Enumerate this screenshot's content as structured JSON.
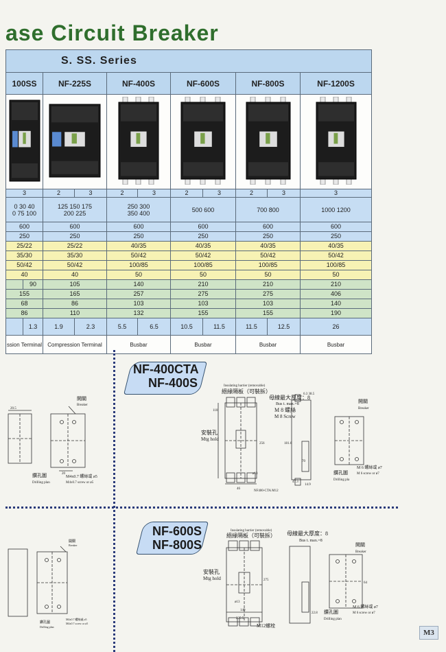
{
  "page": {
    "title": "ase Circuit Breaker",
    "page_number": "M3"
  },
  "table": {
    "series": "S.  SS.  Series",
    "models": [
      "100SS",
      "NF-225S",
      "NF-400S",
      "NF-600S",
      "NF-800S",
      "NF-1200S"
    ],
    "poles": [
      [
        "3"
      ],
      [
        "2",
        "3"
      ],
      [
        "2",
        "3"
      ],
      [
        "2",
        "3"
      ],
      [
        "2",
        "3"
      ],
      [
        "3"
      ]
    ],
    "ratings": [
      [
        "0  30  40",
        "0  75  100"
      ],
      [
        "125  150  175",
        "200  225"
      ],
      [
        "250  300",
        "350  400"
      ],
      [
        "500  600"
      ],
      [
        "700  800"
      ],
      [
        "1000  1200"
      ]
    ],
    "rows": [
      {
        "color": "blue",
        "values": [
          "600",
          "600",
          "600",
          "600",
          "600",
          "600"
        ]
      },
      {
        "color": "blue",
        "values": [
          "250",
          "250",
          "250",
          "250",
          "250",
          "250"
        ]
      },
      {
        "color": "yellow",
        "values": [
          "25/22",
          "25/22",
          "40/35",
          "40/35",
          "40/35",
          "40/35"
        ]
      },
      {
        "color": "yellow",
        "values": [
          "35/30",
          "35/30",
          "50/42",
          "50/42",
          "50/42",
          "50/42"
        ]
      },
      {
        "color": "yellow",
        "values": [
          "50/42",
          "50/42",
          "100/85",
          "100/85",
          "100/85",
          "100/85"
        ]
      },
      {
        "color": "yellow",
        "values": [
          "40",
          "40",
          "50",
          "50",
          "50",
          "50"
        ]
      }
    ],
    "dim_row_1": [
      [
        "",
        "90"
      ],
      [
        "105"
      ],
      [
        "140"
      ],
      [
        "210"
      ],
      [
        "210"
      ],
      [
        "210"
      ]
    ],
    "dim_rows": [
      {
        "values": [
          "155",
          "165",
          "257",
          "275",
          "275",
          "406"
        ]
      },
      {
        "values": [
          "68",
          "86",
          "103",
          "103",
          "103",
          "140"
        ]
      },
      {
        "values": [
          "86",
          "110",
          "132",
          "155",
          "155",
          "190"
        ]
      }
    ],
    "weights": [
      [
        "",
        "1.3"
      ],
      [
        "1.9",
        "2.3"
      ],
      [
        "5.5",
        "6.5"
      ],
      [
        "10.5",
        "11.5"
      ],
      [
        "11.5",
        "12.5"
      ],
      [
        "26"
      ]
    ],
    "connection": [
      "ssion Terminal",
      "Compression Terminal",
      "Busbar",
      "Busbar",
      "Busbar",
      "Busbar"
    ]
  },
  "sections": {
    "top": {
      "line1": "NF-400CTA",
      "line2": "NF-400S"
    },
    "bottom": {
      "line1": "NF-600S",
      "line2": "NF-800S"
    }
  },
  "drawings": {
    "left_top": {
      "breaker_cn": "開關",
      "breaker_en": "Breaker",
      "drill_cn": "鑽孔圖",
      "drill_en": "Drilling plan",
      "screw_cn": "M4x0.7 螺絲或 ø5",
      "screw_en": "M4x0.7 screw or ø5",
      "dim_a": "20.5",
      "dim_b": "20"
    },
    "nf400": {
      "barrier_en": "Insulating barrier (removable)",
      "barrier_cn": "絕緣隔板（可裝拆）",
      "bus_cn": "母線最大厚度：8",
      "bus_en": "Bus t. max.=8",
      "m8_cn": "M 8 螺絲",
      "m8_en": "M 8  Screw",
      "mtg_cn": "安裝孔",
      "mtg_en": "Mtg hold",
      "breaker_cn": "開關",
      "breaker_en": "Breaker",
      "drill_cn": "鑽孔圖",
      "drill_en": "Drilling pla",
      "screw_cn": "M 6 螺絲或 ø7",
      "screw_en": "M 6 screw or ø7",
      "note": "NF400-CTA M12",
      "d_110": "110",
      "d_256": "256",
      "d_1816": "181.6",
      "d_13": "ø13",
      "d_46": "46",
      "d_70": "70",
      "d_473": "47.3",
      "d_149": "14.9",
      "d_6": "6.3 38.5"
    },
    "left_bottom": {
      "breaker_cn": "開關",
      "breaker_en": "Breaker",
      "drill_cn": "鑽孔圖",
      "drill_en": "Drilling plan",
      "screw_cn": "M4x0.7 螺絲或 ø5",
      "screw_en": "M4x0.7 screw or ø5"
    },
    "nf600": {
      "barrier_en": "Insulating barrier (removable)",
      "barrier_cn": "絕緣隔板（可裝拆）",
      "bus_cn": "母線最大厚度：8",
      "bus_en": "Bus t. max.=8",
      "mtg_cn": "安裝孔",
      "mtg_en": "Mtg hold",
      "m12": "M12螺栓",
      "breaker_cn": "開關",
      "breaker_en": "Breaker",
      "drill_cn": "鑽孔圖",
      "drill_en": "Drilling plan",
      "screw_cn": "M 6 螺絲或 ø7",
      "screw_en": "M 6 screw or ø7",
      "d_275": "275",
      "d_140": "140",
      "d_2255": "225.5",
      "d_13": "ø13",
      "d_228": "22.8",
      "d_64": "64"
    }
  }
}
